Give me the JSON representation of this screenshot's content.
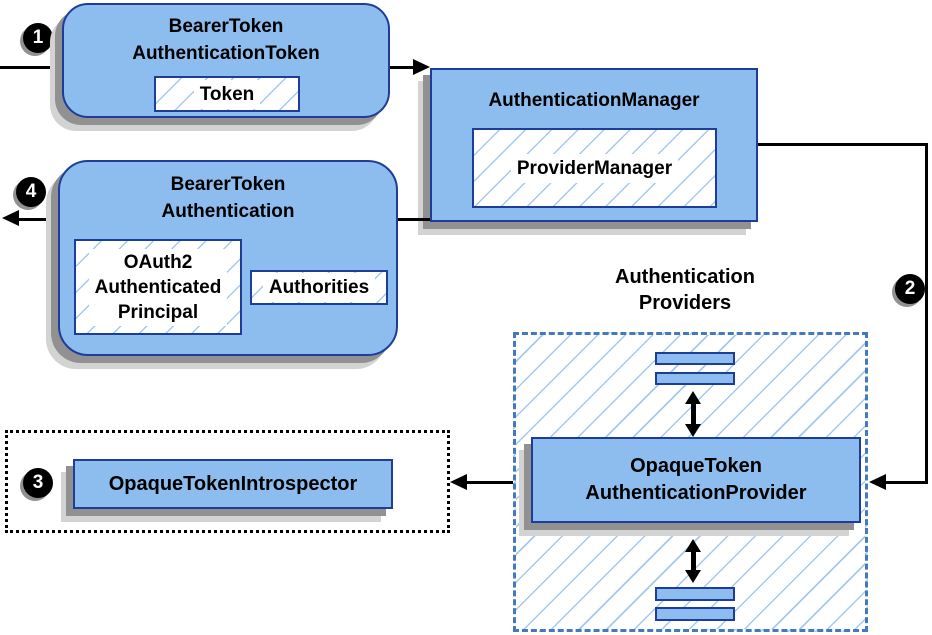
{
  "colors": {
    "box_fill": "#8cbdee",
    "box_border": "#1e3d99",
    "hatch": "#a5c9ec",
    "dash_border": "#4579be",
    "shadow_dark": "#919191",
    "shadow_light": "#d3d3d3",
    "line": "#000000",
    "badge_bg": "#000000",
    "badge_text": "#ffffff"
  },
  "badges": {
    "step1": "1",
    "step2": "2",
    "step3": "3",
    "step4": "4"
  },
  "boxes": {
    "bearer_token_authentication_token": {
      "title": [
        "BearerToken",
        "AuthenticationToken"
      ],
      "token_label": "Token"
    },
    "authentication_manager": {
      "title": "AuthenticationManager",
      "provider_manager_label": "ProviderManager"
    },
    "bearer_token_authentication": {
      "title": [
        "BearerToken",
        "Authentication"
      ],
      "principal_label": [
        "OAuth2",
        "Authenticated",
        "Principal"
      ],
      "authorities_label": "Authorities"
    },
    "authentication_providers": {
      "label": [
        "Authentication",
        "Providers"
      ],
      "provider_box": [
        "OpaqueToken",
        "AuthenticationProvider"
      ]
    },
    "introspector": {
      "label": "OpaqueTokenIntrospector"
    }
  }
}
